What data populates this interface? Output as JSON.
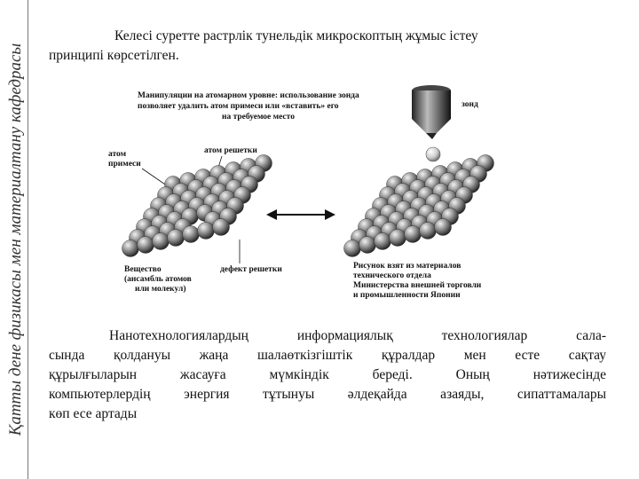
{
  "side_label": "Қатты дене физикасы мен материалтану кафедрасы",
  "intro": {
    "line1": "Келесі суретте растрлік тунельдік  микроскоптың жұмыс істеу",
    "line2": "принципі көрсетілген."
  },
  "figure": {
    "caption_top_line1": "Манипуляции на атомарном уровне: использование зонда",
    "caption_top_line2": "позволяет удалить атом примеси или «вставить» его",
    "caption_top_line3": "на требуемое место",
    "probe_label": "зонд",
    "impurity_label_line1": "атом",
    "impurity_label_line2": "примеси",
    "lattice_atom_label": "атом решетки",
    "substance_line1": "Вещество",
    "substance_line2": "(ансамбль атомов",
    "substance_line3": "или молекул)",
    "defect_label": "дефект решетки",
    "source_line1": "Рисунок взят из материалов",
    "source_line2": "технического отдела",
    "source_line3": "Министерства внешней торговли",
    "source_line4": "и промышленности Японии"
  },
  "body": {
    "line1": "Нанотехнологиялардың  информациялық технологиялар сала-",
    "line2": "сында  қолдануы жаңа шалаөткізгіштік   құралдар мен есте сақтау",
    "line3": "құрылғыларын     жасауға     мүмкіндік     береді.   Оның    нәтижесінде",
    "line4": "компьютерлердің  энергия тұтынуы әлдеқайда азаяды,  сипаттамалары",
    "line5": "көп есе артады"
  }
}
